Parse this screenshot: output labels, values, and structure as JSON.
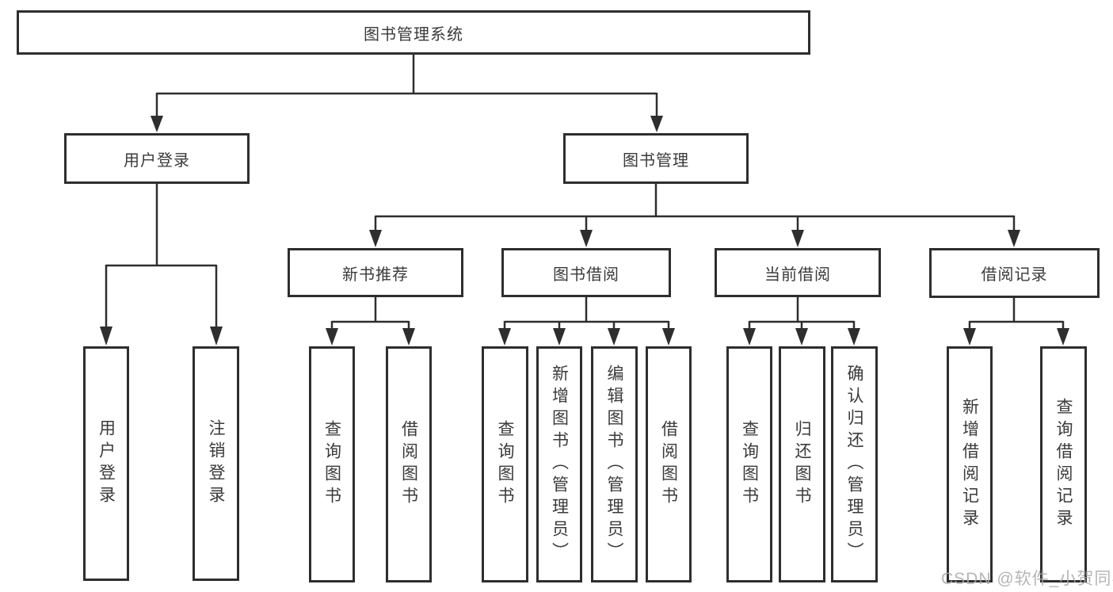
{
  "diagram": {
    "root": {
      "label": "图书管理系统"
    },
    "level2": [
      {
        "label": "用户登录"
      },
      {
        "label": "图书管理"
      }
    ],
    "level3": [
      {
        "label": "新书推荐"
      },
      {
        "label": "图书借阅"
      },
      {
        "label": "当前借阅"
      },
      {
        "label": "借阅记录"
      }
    ],
    "leaves": [
      {
        "label": "用户登录"
      },
      {
        "label": "注销登录"
      },
      {
        "label": "查询图书"
      },
      {
        "label": "借阅图书"
      },
      {
        "label": "查询图书"
      },
      {
        "label": "新增图书（管理员）"
      },
      {
        "label": "编辑图书（管理员）"
      },
      {
        "label": "借阅图书"
      },
      {
        "label": "查询图书"
      },
      {
        "label": "归还图书"
      },
      {
        "label": "确认归还（管理员）"
      },
      {
        "label": "新增借阅记录"
      },
      {
        "label": "查询借阅记录"
      }
    ],
    "line_color": "#2e2e2e",
    "text_color": "#3a3a3a"
  },
  "watermark": {
    "text": "CSDN @软件_小贺同学"
  }
}
